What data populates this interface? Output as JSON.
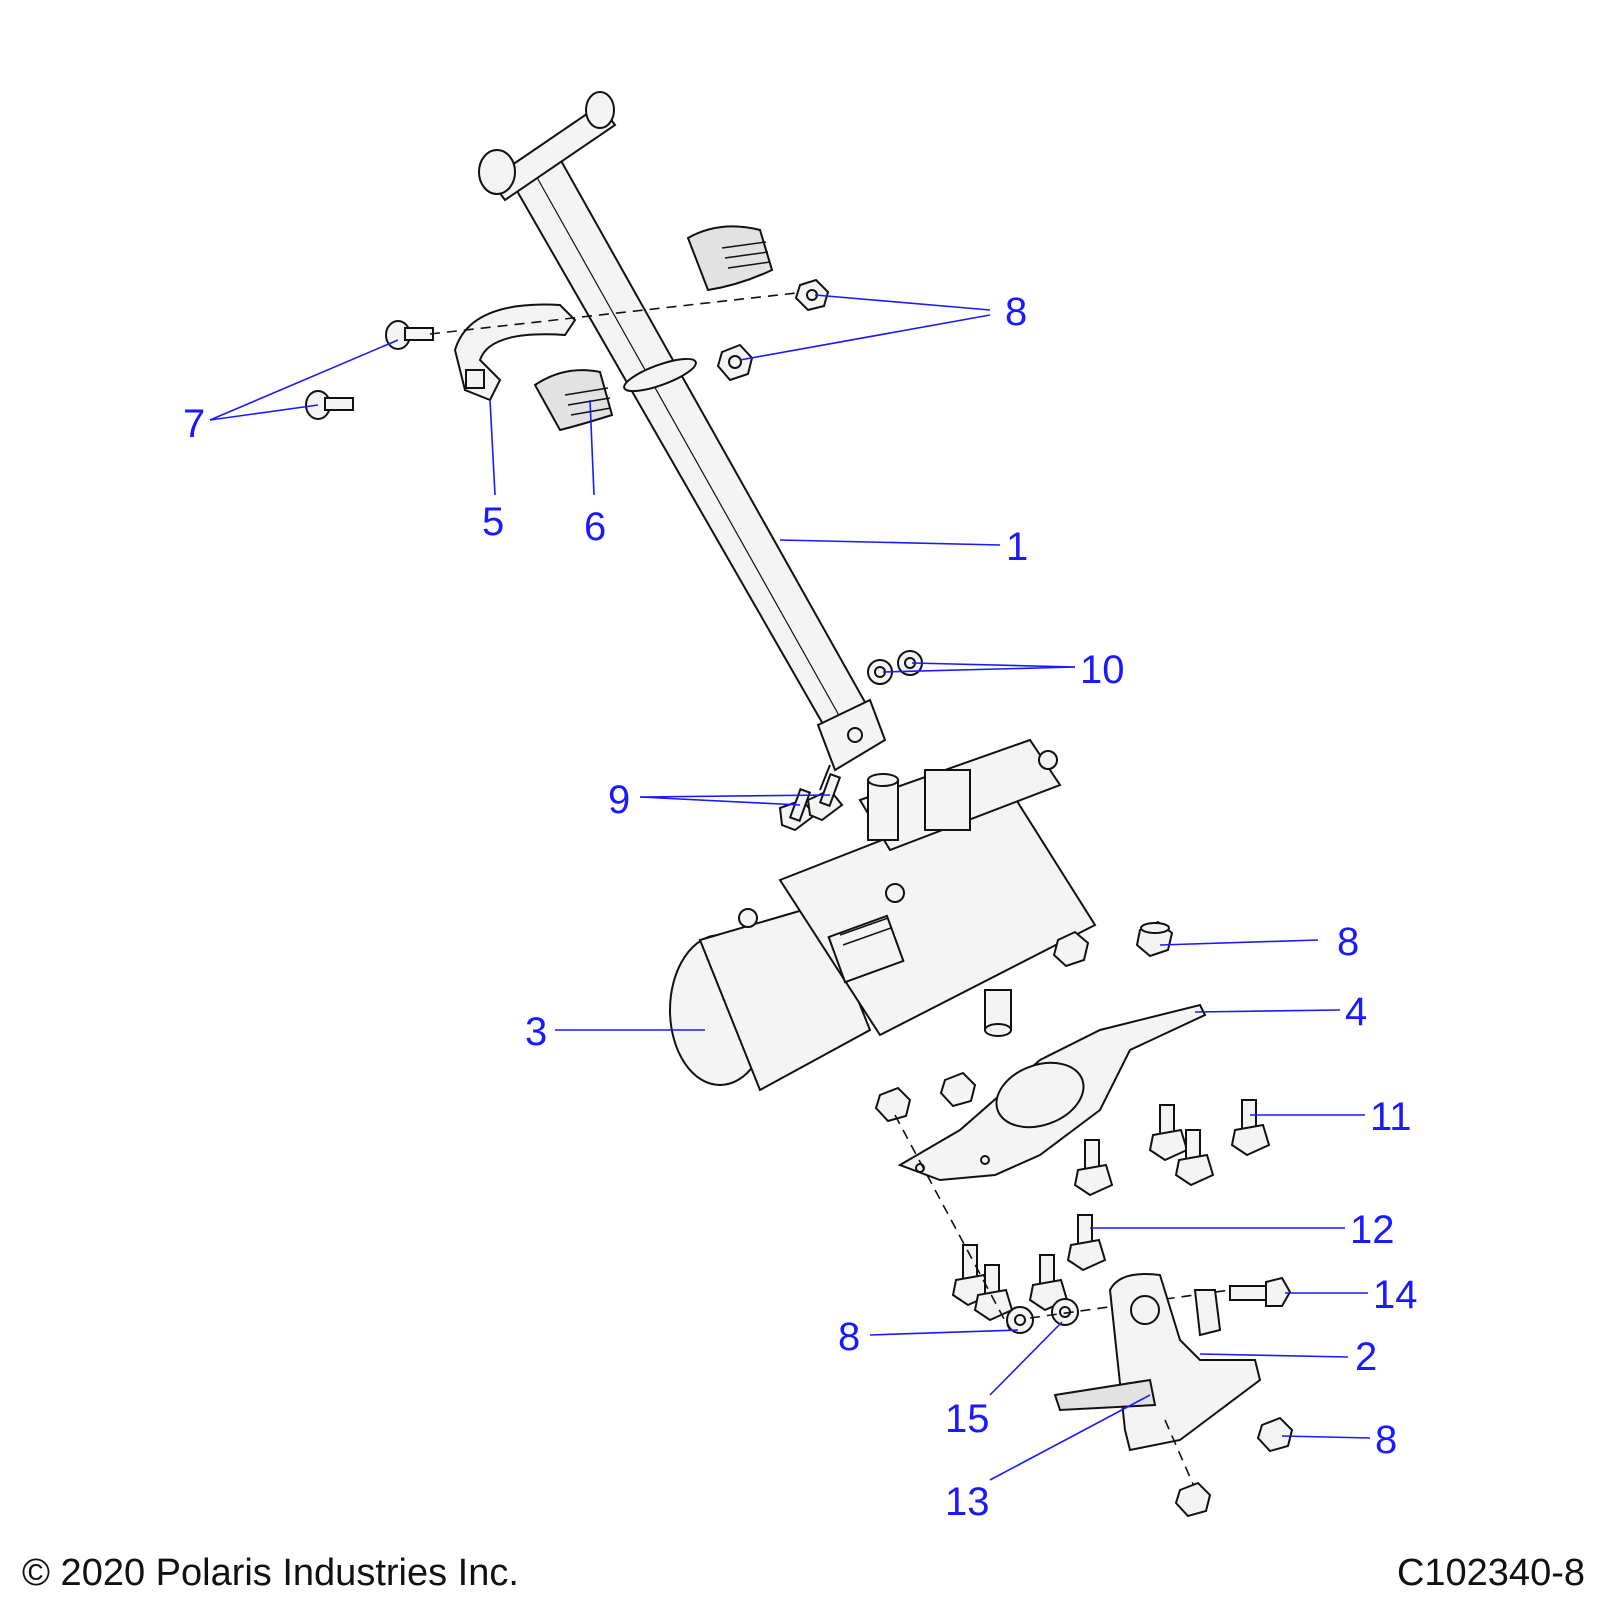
{
  "callouts": [
    {
      "id": "c1",
      "label": "1"
    },
    {
      "id": "c2",
      "label": "2"
    },
    {
      "id": "c3",
      "label": "3"
    },
    {
      "id": "c4",
      "label": "4"
    },
    {
      "id": "c5",
      "label": "5"
    },
    {
      "id": "c6",
      "label": "6"
    },
    {
      "id": "c7",
      "label": "7"
    },
    {
      "id": "c8a",
      "label": "8"
    },
    {
      "id": "c8b",
      "label": "8"
    },
    {
      "id": "c8c",
      "label": "8"
    },
    {
      "id": "c8d",
      "label": "8"
    },
    {
      "id": "c9",
      "label": "9"
    },
    {
      "id": "c10",
      "label": "10"
    },
    {
      "id": "c11",
      "label": "11"
    },
    {
      "id": "c12",
      "label": "12"
    },
    {
      "id": "c13",
      "label": "13"
    },
    {
      "id": "c14",
      "label": "14"
    },
    {
      "id": "c15",
      "label": "15"
    }
  ],
  "footer": {
    "copyright": "© 2020 Polaris Industries Inc.",
    "drawing_number": "C102340-8"
  },
  "colors": {
    "callout": "#1a1aff",
    "line": "#111111"
  }
}
